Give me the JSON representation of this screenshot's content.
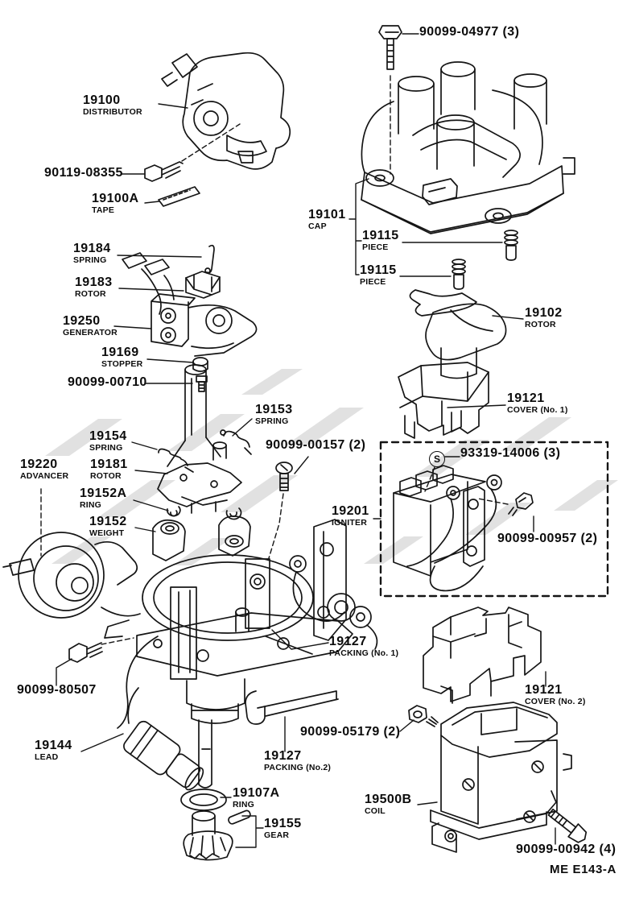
{
  "s_marker": "S",
  "footer_code": "ME E143-A",
  "colors": {
    "line": "#151515",
    "watermark": "#c4c4c4",
    "background": "#ffffff"
  },
  "parts": [
    {
      "number": "90099-04977 (3)",
      "desc": ""
    },
    {
      "number": "19100",
      "desc": "DISTRIBUTOR"
    },
    {
      "number": "90119-08355",
      "desc": ""
    },
    {
      "number": "19100A",
      "desc": "TAPE"
    },
    {
      "number": "19101",
      "desc": "CAP"
    },
    {
      "number": "19115",
      "desc": "PIECE"
    },
    {
      "number": "19115",
      "desc": "PIECE"
    },
    {
      "number": "19184",
      "desc": "SPRING"
    },
    {
      "number": "19183",
      "desc": "ROTOR"
    },
    {
      "number": "19250",
      "desc": "GENERATOR"
    },
    {
      "number": "19169",
      "desc": "STOPPER"
    },
    {
      "number": "90099-00710",
      "desc": ""
    },
    {
      "number": "19102",
      "desc": "ROTOR"
    },
    {
      "number": "19121",
      "desc": "COVER (No. 1)"
    },
    {
      "number": "19153",
      "desc": "SPRING"
    },
    {
      "number": "19154",
      "desc": "SPRING"
    },
    {
      "number": "90099-00157 (2)",
      "desc": ""
    },
    {
      "number": "19220",
      "desc": "ADVANCER"
    },
    {
      "number": "19181",
      "desc": "ROTOR"
    },
    {
      "number": "19152A",
      "desc": "RING"
    },
    {
      "number": "19152",
      "desc": "WEIGHT"
    },
    {
      "number": "93319-14006 (3)",
      "desc": ""
    },
    {
      "number": "19201",
      "desc": "IGNITER"
    },
    {
      "number": "90099-00957 (2)",
      "desc": ""
    },
    {
      "number": "19127",
      "desc": "PACKING (No. 1)"
    },
    {
      "number": "90099-80507",
      "desc": ""
    },
    {
      "number": "19121",
      "desc": "COVER (No. 2)"
    },
    {
      "number": "19144",
      "desc": "LEAD"
    },
    {
      "number": "90099-05179 (2)",
      "desc": ""
    },
    {
      "number": "19127",
      "desc": "PACKING (No.2)"
    },
    {
      "number": "19107A",
      "desc": "RING"
    },
    {
      "number": "19155",
      "desc": "GEAR"
    },
    {
      "number": "19500B",
      "desc": "COIL"
    },
    {
      "number": "90099-00942 (4)",
      "desc": ""
    }
  ]
}
